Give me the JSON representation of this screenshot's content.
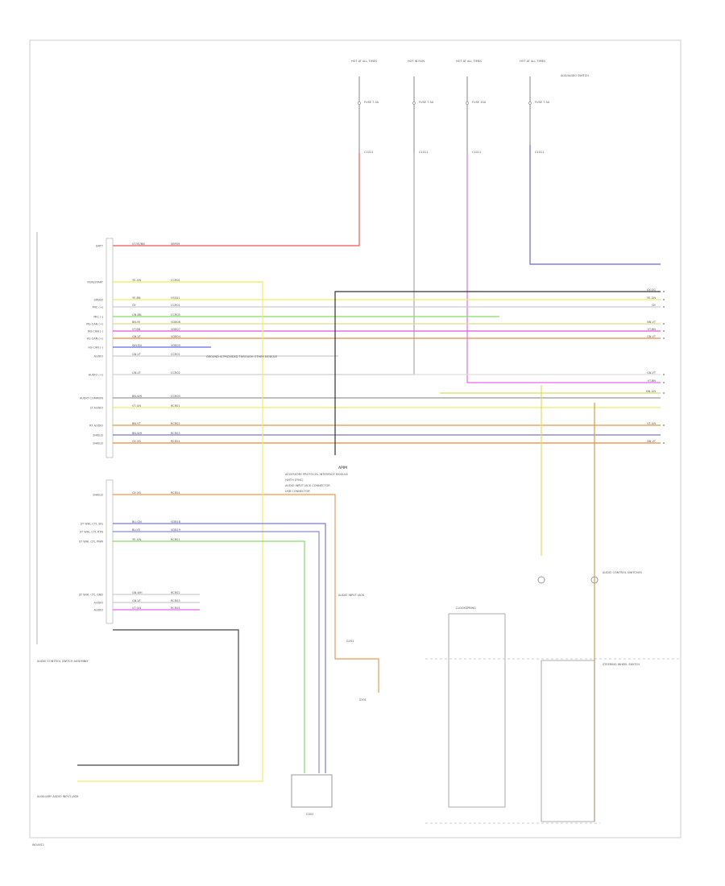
{
  "page": {
    "footer_code": "W04452",
    "border_color": "#cccccc"
  },
  "supplies": [
    {
      "name": "HOT AT ALL TIMES",
      "fuse": "FUSE 7.5A",
      "wire": "C1011",
      "color": "#ee5555"
    },
    {
      "name": "HOT IN RUN",
      "fuse": "FUSE 7.5A",
      "wire": "C1011",
      "color": "#999999"
    },
    {
      "name": "HOT AT ALL TIMES",
      "fuse": "FUSE 10A",
      "wire": "C1011",
      "color": "#ee66ee"
    },
    {
      "name": "HOT AT ALL TIMES",
      "fuse": "FUSE 7.5A",
      "wire": "C1011",
      "color": "#6666ee"
    }
  ],
  "module": {
    "title": "SYNC MODULE",
    "note": "GROUND IS PROVIDED THROUGH OTHER MODULE",
    "desc_lines": [
      "APIM",
      "ACCESSORY PROTOCOL INTERFACE MODULE",
      "(WITH SYNC)",
      "AUDIO INPUT JACK CONNECTOR",
      "USB CONNECTOR"
    ]
  },
  "left_pins": [
    {
      "label": "BATT",
      "wire": "VT-YE/BN",
      "circuit": "SBP09",
      "color": "#ee5555"
    },
    {
      "label": "RUN/START",
      "wire": "YE-GN",
      "circuit": "CCR01",
      "color": "#eeee66"
    },
    {
      "label": "SPEED",
      "wire": "YE-BN",
      "circuit": "VSS01",
      "color": "#eeee66"
    },
    {
      "label": "MIC (+)",
      "wire": "GY",
      "circuit": "CCR01",
      "color": "#cccccc"
    },
    {
      "label": "MIC (-)",
      "wire": "GN-BN",
      "circuit": "CCR05",
      "color": "#88dd66"
    },
    {
      "label": "MS-CAN (+)",
      "wire": "BN-YE",
      "circuit": "VDB06",
      "color": "#dddd88"
    },
    {
      "label": "MS-CAN (-)",
      "wire": "VT-BN",
      "circuit": "VDB07",
      "color": "#dd55dd"
    },
    {
      "label": "HS-CAN (+)",
      "wire": "GN-VT",
      "circuit": "VDB04",
      "color": "#ee8844"
    },
    {
      "label": "HS-CAN (-)",
      "wire": "WH-BU",
      "circuit": "VDB05",
      "color": "#6666ee"
    },
    {
      "label": "AUDIO",
      "wire": "GN-VT",
      "circuit": "CCR01",
      "color": "#cccccc"
    },
    {
      "label": "AUDIO (+)",
      "wire": "GN-VT",
      "circuit": "CCR02",
      "color": "#dddddd"
    },
    {
      "label": "AUDIO COMMON",
      "wire": "BN-WH",
      "circuit": "CCR03",
      "color": "#999999"
    },
    {
      "label": "LT AUDIO",
      "wire": "VT-GN",
      "circuit": "RCR01",
      "color": "#eeee66"
    },
    {
      "label": "RT AUDIO",
      "wire": "BN-VT",
      "circuit": "RCR02",
      "color": "#dd9944"
    },
    {
      "label": "SHIELD",
      "wire": "BN-WH",
      "circuit": "RCR03",
      "color": "#7777cc"
    },
    {
      "label": "SHIELD",
      "wire": "GY-OG",
      "circuit": "RCR04",
      "color": "#ee8833"
    }
  ],
  "right_pins": [
    {
      "label": "GY-OG",
      "color": "#333333"
    },
    {
      "label": "YE-GN",
      "color": "#eeee66"
    },
    {
      "label": "GY",
      "color": "#cccccc"
    },
    {
      "label": "BN-VT",
      "color": "#dddd88"
    },
    {
      "label": "VT-BN",
      "color": "#dd55dd"
    },
    {
      "label": "GN-VT",
      "color": "#ee8844"
    },
    {
      "label": "GN-VT",
      "color": "#cccccc"
    },
    {
      "label": "VT-BN",
      "color": "#ee66ee"
    },
    {
      "label": "BN-GN",
      "color": "#dddd88"
    },
    {
      "label": "VT-GN",
      "color": "#dddd88"
    },
    {
      "label": "BN-VT",
      "color": "#7777cc"
    }
  ],
  "lower_pins": [
    {
      "label": "SHIELD",
      "wire": "GY-OG",
      "circuit": "RCR04",
      "color": "#ee8833"
    },
    {
      "label": "ST WHL CTL SIG",
      "wire": "BU-GN",
      "circuit": "VDB18",
      "color": "#7777ee"
    },
    {
      "label": "ST WHL CTL RTN",
      "wire": "BU-YE",
      "circuit": "VDB19",
      "color": "#8888ee"
    },
    {
      "label": "ST WHL CTL PWR",
      "wire": "YE-GN",
      "circuit": "RCR01",
      "color": "#88dd66"
    },
    {
      "label": "ST WHL CTL GND",
      "wire": "GN-WH",
      "circuit": "RCR02",
      "color": "#cccccc"
    },
    {
      "label": "AUDIO",
      "wire": "GN-VT",
      "circuit": "RCR03",
      "color": "#cccccc"
    },
    {
      "label": "AUDIO",
      "wire": "VT-GN",
      "circuit": "RCR04",
      "color": "#ee66ee"
    }
  ],
  "labels": {
    "left_component": "AUDIO CONTROL SWITCH ASSEMBLY",
    "left_bottom": "AUXILIARY AUDIO INPUT JACK",
    "clockspring": "CLOCKSPRING",
    "steering_switch": "STEERING WHEEL SWITCH",
    "right_switch": "AUDIO CONTROL SWITCHES",
    "right_top": "AUX/AUDIO SWITCH",
    "bottom_center": "G303",
    "bottom_note": "S301",
    "audio_jack_note": "AUDIO INPUT JACK",
    "ground": "G201"
  }
}
